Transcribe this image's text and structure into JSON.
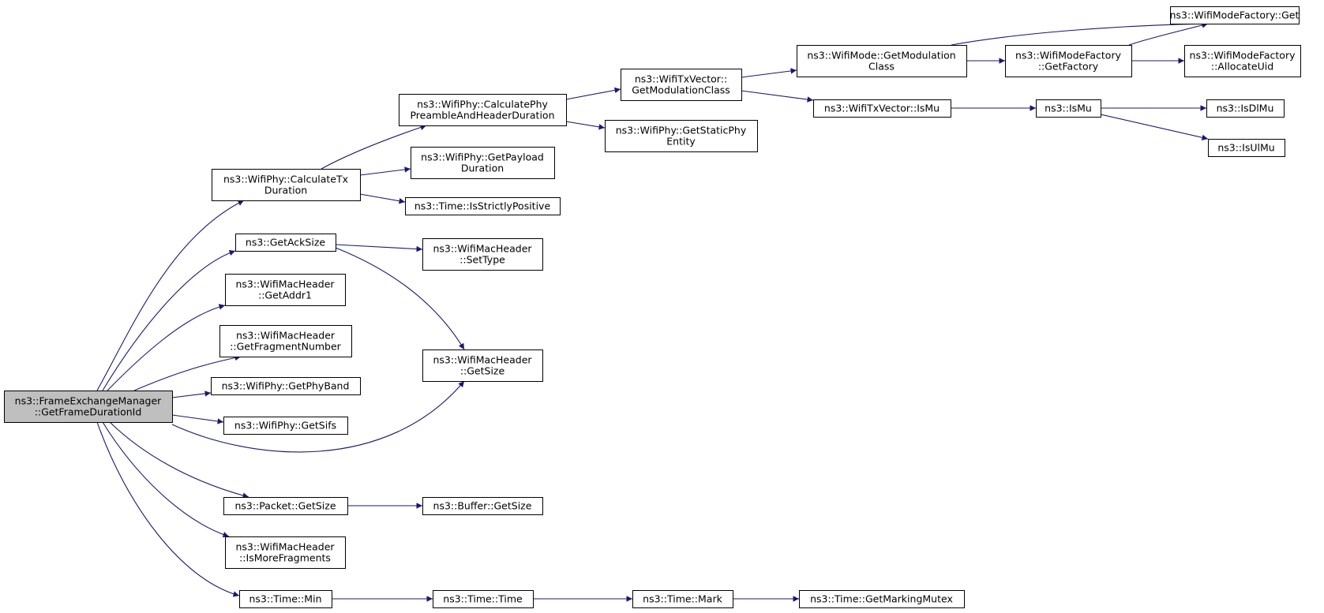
{
  "graph": {
    "edge_color": "#191970",
    "root_fill": "#bfbfbf",
    "nodes": [
      {
        "id": "root",
        "lines": [
          "ns3::FrameExchangeManager",
          "::GetFrameDurationId"
        ],
        "root": true
      },
      {
        "id": "calcTx",
        "lines": [
          "ns3::WifiPhy::CalculateTx",
          "Duration"
        ]
      },
      {
        "id": "getAckSize",
        "lines": [
          "ns3::GetAckSize"
        ]
      },
      {
        "id": "getAddr1",
        "lines": [
          "ns3::WifiMacHeader",
          "::GetAddr1"
        ]
      },
      {
        "id": "getFragNum",
        "lines": [
          "ns3::WifiMacHeader",
          "::GetFragmentNumber"
        ]
      },
      {
        "id": "getPhyBand",
        "lines": [
          "ns3::WifiPhy::GetPhyBand"
        ]
      },
      {
        "id": "getSifs",
        "lines": [
          "ns3::WifiPhy::GetSifs"
        ]
      },
      {
        "id": "pktGetSize",
        "lines": [
          "ns3::Packet::GetSize"
        ]
      },
      {
        "id": "isMoreFrag",
        "lines": [
          "ns3::WifiMacHeader",
          "::IsMoreFragments"
        ]
      },
      {
        "id": "timeMin",
        "lines": [
          "ns3::Time::Min"
        ]
      },
      {
        "id": "calcPre",
        "lines": [
          "ns3::WifiPhy::CalculatePhy",
          "PreambleAndHeaderDuration"
        ]
      },
      {
        "id": "getPayload",
        "lines": [
          "ns3::WifiPhy::GetPayload",
          "Duration"
        ]
      },
      {
        "id": "isStrictPos",
        "lines": [
          "ns3::Time::IsStrictlyPositive"
        ]
      },
      {
        "id": "setType",
        "lines": [
          "ns3::WifiMacHeader",
          "::SetType"
        ]
      },
      {
        "id": "macGetSize",
        "lines": [
          "ns3::WifiMacHeader",
          "::GetSize"
        ]
      },
      {
        "id": "bufGetSize",
        "lines": [
          "ns3::Buffer::GetSize"
        ]
      },
      {
        "id": "timeTime",
        "lines": [
          "ns3::Time::Time"
        ]
      },
      {
        "id": "txGetMod",
        "lines": [
          "ns3::WifiTxVector::",
          "GetModulationClass"
        ]
      },
      {
        "id": "staticPhy",
        "lines": [
          "ns3::WifiPhy::GetStaticPhy",
          "Entity"
        ]
      },
      {
        "id": "timeMark",
        "lines": [
          "ns3::Time::Mark"
        ]
      },
      {
        "id": "markMutex",
        "lines": [
          "ns3::Time::GetMarkingMutex"
        ]
      },
      {
        "id": "modeGetMod",
        "lines": [
          "ns3::WifiMode::GetModulation",
          "Class"
        ]
      },
      {
        "id": "txIsMu",
        "lines": [
          "ns3::WifiTxVector::IsMu"
        ]
      },
      {
        "id": "factGetFactory",
        "lines": [
          "ns3::WifiModeFactory",
          "::GetFactory"
        ]
      },
      {
        "id": "isMu",
        "lines": [
          "ns3::IsMu"
        ]
      },
      {
        "id": "factGet",
        "lines": [
          "ns3::WifiModeFactory::Get"
        ]
      },
      {
        "id": "allocUid",
        "lines": [
          "ns3::WifiModeFactory",
          "::AllocateUid"
        ]
      },
      {
        "id": "isDlMu",
        "lines": [
          "ns3::IsDlMu"
        ]
      },
      {
        "id": "isUlMu",
        "lines": [
          "ns3::IsUlMu"
        ]
      }
    ],
    "edges": [
      [
        "root",
        "calcTx"
      ],
      [
        "root",
        "getAckSize"
      ],
      [
        "root",
        "getAddr1"
      ],
      [
        "root",
        "getFragNum"
      ],
      [
        "root",
        "getPhyBand"
      ],
      [
        "root",
        "getSifs"
      ],
      [
        "root",
        "macGetSize"
      ],
      [
        "root",
        "pktGetSize"
      ],
      [
        "root",
        "isMoreFrag"
      ],
      [
        "root",
        "timeMin"
      ],
      [
        "calcTx",
        "calcPre"
      ],
      [
        "calcTx",
        "getPayload"
      ],
      [
        "calcTx",
        "isStrictPos"
      ],
      [
        "getAckSize",
        "setType"
      ],
      [
        "getAckSize",
        "macGetSize"
      ],
      [
        "pktGetSize",
        "bufGetSize"
      ],
      [
        "timeMin",
        "timeTime"
      ],
      [
        "calcPre",
        "txGetMod"
      ],
      [
        "calcPre",
        "staticPhy"
      ],
      [
        "timeTime",
        "timeMark"
      ],
      [
        "timeMark",
        "markMutex"
      ],
      [
        "txGetMod",
        "modeGetMod"
      ],
      [
        "txGetMod",
        "txIsMu"
      ],
      [
        "modeGetMod",
        "factGetFactory"
      ],
      [
        "modeGetMod",
        "factGet"
      ],
      [
        "txIsMu",
        "isMu"
      ],
      [
        "factGetFactory",
        "factGet"
      ],
      [
        "factGetFactory",
        "allocUid"
      ],
      [
        "isMu",
        "isDlMu"
      ],
      [
        "isMu",
        "isUlMu"
      ]
    ]
  }
}
